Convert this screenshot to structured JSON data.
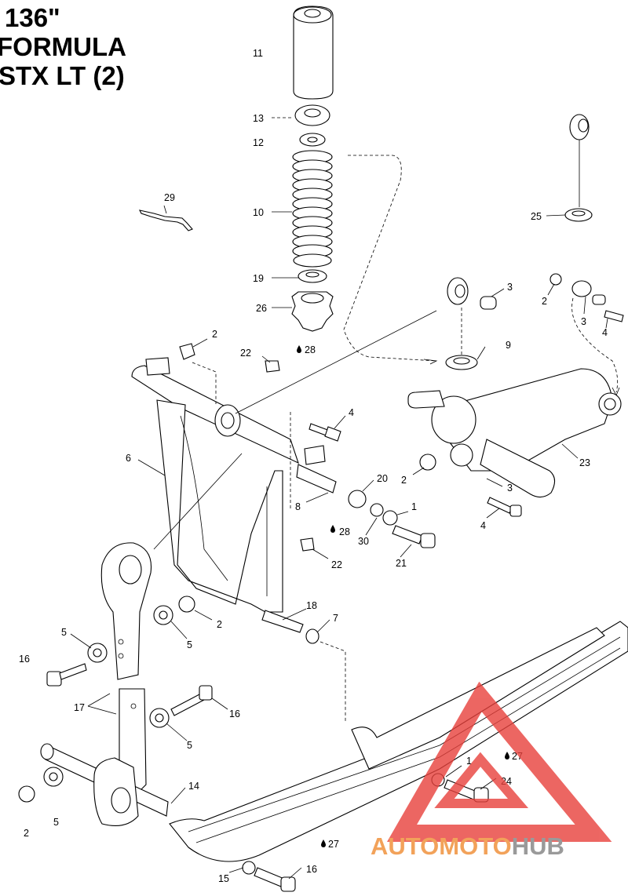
{
  "title_lines": [
    "136\"",
    "FORMULA",
    "STX LT (2)"
  ],
  "watermark": {
    "brand_part1": "AUTOMOTO",
    "brand_part2": "HUB",
    "color_part1": "#f2a25a",
    "color_part2": "#9a9a9a",
    "triangle_color": "#e8413c"
  },
  "callouts": {
    "c11": "11",
    "c13": "13",
    "c12": "12",
    "c10": "10",
    "c19": "19",
    "c26": "26",
    "c29": "29",
    "c25": "25",
    "c3a": "3",
    "c3b": "3",
    "c3c": "3",
    "c2a": "2",
    "c2b": "2",
    "c2c": "2",
    "c2d": "2",
    "c2e": "2",
    "c4a": "4",
    "c4b": "4",
    "c4c": "4",
    "c9": "9",
    "c22a": "22",
    "c22b": "22",
    "c28a": "28",
    "c28b": "28",
    "c6": "6",
    "c8": "8",
    "c20": "20",
    "c1a": "1",
    "c1b": "1",
    "c30": "30",
    "c21": "21",
    "c23": "23",
    "c18": "18",
    "c7": "7",
    "c5a": "5",
    "c5b": "5",
    "c5c": "5",
    "c5d": "5",
    "c16a": "16",
    "c16b": "16",
    "c16c": "16",
    "c17": "17",
    "c14": "14",
    "c15": "15",
    "c24": "24",
    "c27a": "27",
    "c27b": "27"
  }
}
